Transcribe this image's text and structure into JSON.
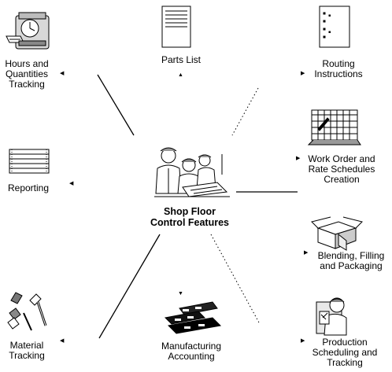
{
  "center": {
    "lines": [
      "Shop Floor",
      "Control Features"
    ]
  },
  "features": {
    "hours": {
      "lines": [
        "Hours and",
        "Quantities",
        "Tracking"
      ],
      "icon": "time-clock-icon"
    },
    "parts": {
      "lines": [
        "Parts List"
      ],
      "icon": "document-icon"
    },
    "routing": {
      "lines": [
        "Routing",
        "Instructions"
      ],
      "icon": "checklist-document-icon"
    },
    "workorder": {
      "lines": [
        "Work Order and",
        "Rate Schedules",
        "Creation"
      ],
      "icon": "calendar-grid-icon"
    },
    "reporting": {
      "lines": [
        "Reporting"
      ],
      "icon": "printout-icon"
    },
    "blending": {
      "lines": [
        "Blending, Filling",
        "and Packaging"
      ],
      "icon": "open-boxes-icon"
    },
    "material": {
      "lines": [
        "Material",
        "Tracking"
      ],
      "icon": "nuts-bolts-icon"
    },
    "accounting": {
      "lines": [
        "Manufacturing",
        "Accounting"
      ],
      "icon": "money-stacks-icon"
    },
    "scheduling": {
      "lines": [
        "Production",
        "Scheduling and",
        "Tracking"
      ],
      "icon": "person-clipboard-icon"
    }
  },
  "colors": {
    "line": "#000000",
    "background": "#ffffff"
  }
}
